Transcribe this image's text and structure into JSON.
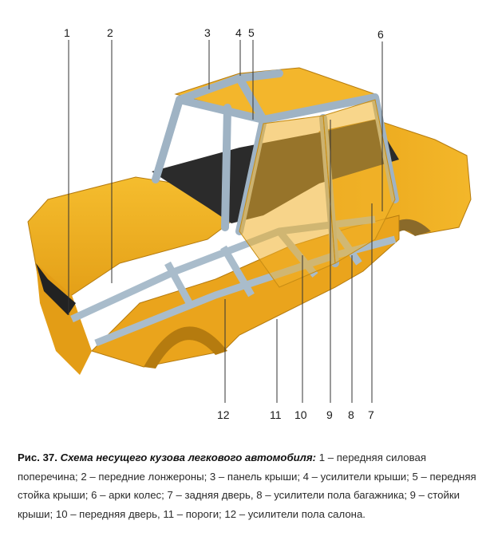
{
  "figure": {
    "colors": {
      "body_main": "#f2b320",
      "body_shade": "#e09a12",
      "body_dark": "#c98410",
      "frame_blue": "#9fb3c4",
      "frame_light": "#d9e2ea",
      "interior_dark": "#2b2b2b",
      "floor": "#e7a828"
    },
    "labels": [
      "1",
      "2",
      "3",
      "4",
      "5",
      "6",
      "7",
      "8",
      "9",
      "10",
      "11",
      "12"
    ]
  },
  "caption": {
    "figure_number": "Рис. 37.",
    "title": "Схема несущего кузова легкового автомобиля:",
    "text": "1 – передняя силовая поперечина; 2 – передние лонжероны; 3 – панель крыши; 4 – усилители крыши; 5 – передняя стойка крыши; 6 – арки колес; 7 – задняя дверь, 8 – усилители пола багажника; 9 – стойки крыши; 10 – передняя дверь, 11 – пороги; 12 – усилители пола салона."
  }
}
